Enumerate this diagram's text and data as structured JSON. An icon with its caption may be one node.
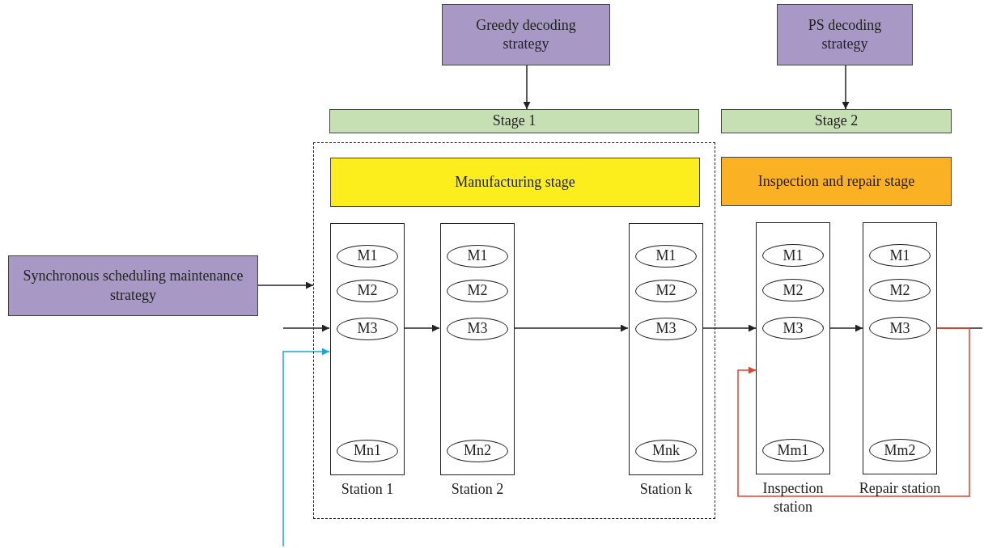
{
  "diagram": {
    "nodes": [
      {
        "text": [
          "Greedy decoding strategy"
        ]
      },
      {
        "text": [
          "PS decoding strategy"
        ]
      },
      {
        "text": [
          "Stage 1"
        ]
      },
      {
        "text": [
          "Stage 2"
        ]
      },
      {
        "text": [],
        "shape": "box"
      },
      {
        "text": [
          "Manufacturing stage"
        ],
        "in": 4
      },
      {
        "text": [
          "Inspection and repair stage"
        ]
      },
      {
        "text": [
          "Synchronous scheduling maintenance strategy"
        ]
      },
      {
        "text": [
          "Station 1"
        ],
        "in": 4
      },
      {
        "text": [
          "M1"
        ],
        "in": 8
      },
      {
        "text": [
          "M2"
        ],
        "in": 8
      },
      {
        "text": [
          "M3"
        ],
        "in": 8
      },
      {
        "text": [
          "Mn1"
        ],
        "in": 8
      },
      {
        "text": [
          "Station 2"
        ],
        "in": 4
      },
      {
        "text": [
          "M1"
        ],
        "in": 13
      },
      {
        "text": [
          "M2"
        ],
        "in": 13
      },
      {
        "text": [
          "M3"
        ],
        "in": 13
      },
      {
        "text": [
          "Mn2"
        ],
        "in": 13
      },
      {
        "text": [
          "Station k"
        ],
        "in": 4
      },
      {
        "text": [
          "M1"
        ],
        "in": 18
      },
      {
        "text": [
          "M2"
        ],
        "in": 18
      },
      {
        "text": [
          "M3"
        ],
        "in": 18
      },
      {
        "text": [
          "Mnk"
        ],
        "in": 18
      },
      {
        "text": [
          "Inspection station"
        ]
      },
      {
        "text": [
          "M1"
        ],
        "in": 23
      },
      {
        "text": [
          "M2"
        ],
        "in": 23
      },
      {
        "text": [
          "M3"
        ],
        "in": 23
      },
      {
        "text": [
          "Mm1"
        ],
        "in": 23
      },
      {
        "text": [
          "Repair station"
        ]
      },
      {
        "text": [
          "M1"
        ],
        "in": 28
      },
      {
        "text": [
          "M2"
        ],
        "in": 28
      },
      {
        "text": [
          "M3"
        ],
        "in": 28
      },
      {
        "text": [
          "Mm2"
        ],
        "in": 28
      }
    ],
    "edges": [
      {
        "from": 0,
        "to": 2,
        "arrow": "to"
      },
      {
        "from": 1,
        "to": 3,
        "arrow": "to"
      },
      {
        "from": 7,
        "to": 4,
        "arrow": "to"
      },
      {
        "from": null,
        "to": 8,
        "arrow": "to"
      },
      {
        "from": 8,
        "to": 13,
        "arrow": "to"
      },
      {
        "from": 13,
        "to": 18,
        "arrow": "to"
      },
      {
        "from": 18,
        "to": 23,
        "arrow": "to"
      },
      {
        "from": 23,
        "to": 28,
        "arrow": "to"
      },
      {
        "from": 28,
        "to": null,
        "arrow": "none"
      },
      {
        "from": 28,
        "to": 23,
        "arrow": "to",
        "color": "#e8402a"
      },
      {
        "from": null,
        "to": 8,
        "arrow": "to",
        "color": "#1aa6d6"
      }
    ]
  }
}
